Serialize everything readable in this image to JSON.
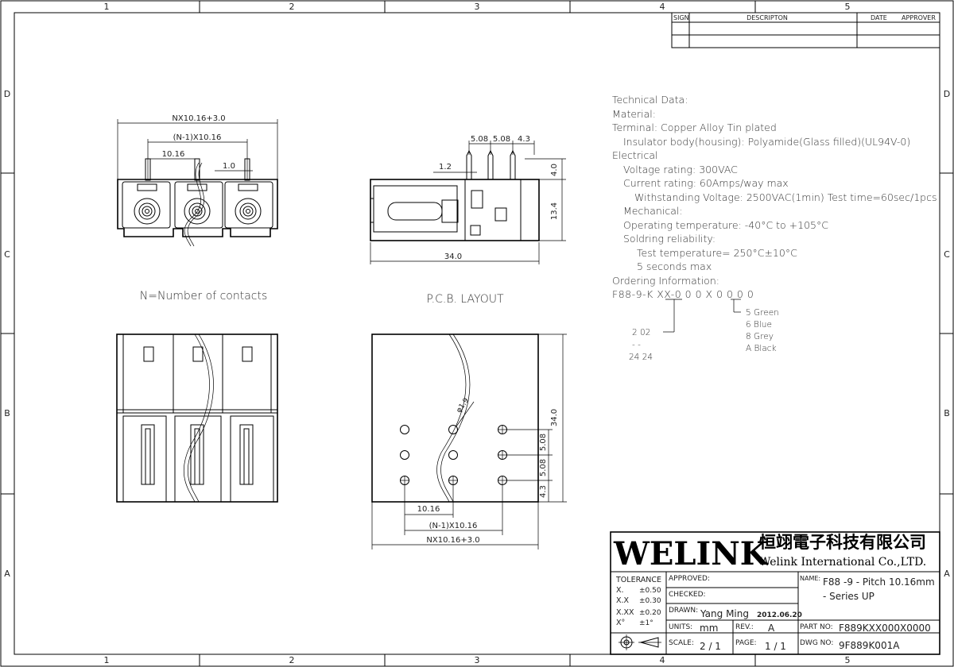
{
  "border": {
    "col_numbers": [
      "1",
      "2",
      "3",
      "4",
      "5"
    ],
    "row_letters": [
      "D",
      "C",
      "B",
      "A"
    ]
  },
  "revision_block": {
    "sign": "SIGN",
    "description": "DESCRIPTON",
    "date": "DATE",
    "approver": "APPROVER"
  },
  "views": {
    "front_caption": "N=Number of contacts",
    "pcb_caption": "P.C.B. LAYOUT",
    "front_dims": {
      "overall": "NX10.16+3.0",
      "pitch_total": "(N-1)X10.16",
      "pitch": "10.16",
      "pin": "1.0"
    },
    "side_dims": {
      "d1": "5.08",
      "d2": "5.08",
      "d3": "4.3",
      "d4": "1.2",
      "d5": "4.0",
      "d6": "13.4",
      "length": "34.0"
    },
    "pcb_dims": {
      "diameter": "φ1.9",
      "height": "34.0",
      "v1": "5.08",
      "v2": "5.08",
      "v3": "4.3",
      "pitch": "10.16",
      "pitch_total": "(N-1)X10.16",
      "overall": "NX10.16+3.0"
    }
  },
  "tech_data": {
    "lines": [
      "Technical Data:",
      "Material:",
      "Terminal: Copper Alloy Tin plated",
      "Insulator body(housing): Polyamide(Glass filled)(UL94V-0)",
      "Electrical",
      "Voltage rating: 300VAC",
      "Current rating: 60Amps/way max",
      "Withstanding Voltage: 2500VAC(1min) Test time=60sec/1pcs",
      "Mechanical:",
      "Operating temperature: -40°C to +105°C",
      "Soldring reliability:",
      "Test temperature= 250°C±10°C",
      "5 seconds max",
      "Ordering Information:"
    ],
    "ordering_code": "F88-9-K XX-0 0 0 X 0 0 0 0",
    "contacts_options": [
      "2  02",
      "-   -",
      "24  24"
    ],
    "color_options": [
      "5  Green",
      "6  Blue",
      "8  Grey",
      "A  Black"
    ]
  },
  "title_block": {
    "company_logo": "WELINK",
    "company_cn": "恒翊電子科技有限公司",
    "company_en": "Welink International Co.,LTD.",
    "tolerance_label": "TOLERANCE",
    "tolerances": [
      {
        "k": "X.",
        "v": "±0.50"
      },
      {
        "k": "X.X",
        "v": "±0.30"
      },
      {
        "k": "X.XX",
        "v": "±0.20"
      },
      {
        "k": "X°",
        "v": "±1°"
      }
    ],
    "approved_label": "APPROVED:",
    "checked_label": "CHECKED:",
    "drawn_label": "DRAWN:",
    "drawn_by": "Yang Ming",
    "drawn_date": "2012.06.20",
    "units_label": "UNITS:",
    "units": "mm",
    "rev_label": "REV.:",
    "rev": "A",
    "scale_label": "SCALE:",
    "scale": "2 / 1",
    "page_label": "PAGE:",
    "page": "1 / 1",
    "name_label": "NAME:",
    "name_line1": "F88 -9 - Pitch 10.16mm",
    "name_line2": "- Series UP",
    "part_no_label": "PART NO:",
    "part_no": "F889KXX000X0000",
    "dwg_no_label": "DWG NO:",
    "dwg_no": "9F889K001A"
  }
}
